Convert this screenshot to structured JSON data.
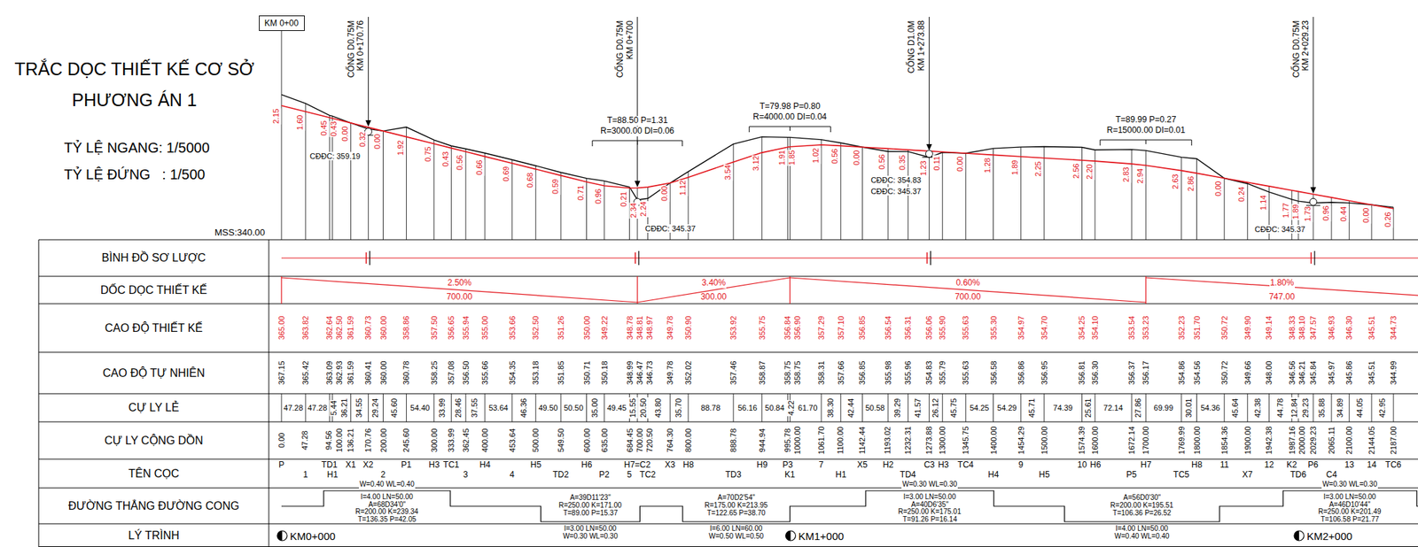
{
  "diagram": {
    "title": "TRẮC DỌC THIẾT KẾ CƠ SỞ PHƯƠNG ÁN 1",
    "nodes": [
      {
        "text": [
          "KM 0+00"
        ]
      },
      {
        "text": [
          "BÌNH ĐỒ SƠ LƯỢC"
        ]
      },
      {
        "text": [
          "DỐC DỌC THIẾT KẾ"
        ]
      },
      {
        "text": [
          "CAO ĐỘ THIẾT KẾ"
        ]
      },
      {
        "text": [
          "CAO ĐỘ TỰ NHIÊN"
        ]
      },
      {
        "text": [
          "CỰ LY LẺ"
        ]
      },
      {
        "text": [
          "CỰ LY CỘNG DỒN"
        ]
      },
      {
        "text": [
          "TÊN CỌC"
        ]
      },
      {
        "text": [
          "ĐƯỜNG THẲNG ĐƯỜNG CONG"
        ]
      },
      {
        "text": [
          "LÝ TRÌNH"
        ]
      }
    ],
    "labels": [
      "TỶ LỆ NGANG: 1/5000",
      "TỶ LỆ ĐỨNG   : 1/500",
      "MSS:340.00",
      "CỐNG D0.75M",
      "KM 0+170.76",
      "CỐNG D0.75M",
      "KM 0+700",
      "CỐNG D1.0M",
      "KM 1+273.88",
      "CỐNG D0.75M",
      "KM 2+029.23",
      "CĐĐC: 359.19",
      "CĐĐC: 345.37",
      "CĐĐC: 354.83",
      "CĐĐC: 345.37",
      "CĐĐC: 345.37",
      "T=88.50 P=1.31",
      "R=3000.00 DI=0.06",
      "T=79.98 P=0.80",
      "R=4000.00 DI=0.04",
      "T=89.99 P=0.27",
      "R=15000.00 DI=0.01",
      "2.15",
      "1.60",
      "0.45",
      "0.43",
      "0.00",
      "0.32",
      "0.00",
      "1.92",
      "0.75",
      "0.43",
      "0.56",
      "0.66",
      "0.69",
      "0.68",
      "0.59",
      "0.71",
      "0.96",
      "0.21",
      "2.34",
      "2.24",
      "0.00",
      "1.12",
      "3.54",
      "3.12",
      "1.91",
      "1.85",
      "1.02",
      "0.56",
      "0.00",
      "0.56",
      "0.35",
      "1.23",
      "0.11",
      "0.00",
      "1.28",
      "1.89",
      "2.25",
      "2.56",
      "2.20",
      "2.83",
      "2.94",
      "2.63",
      "2.86",
      "0.00",
      "0.24",
      "1.14",
      "1.77",
      "1.89",
      "1.73",
      "0.96",
      "0.44",
      "0.00",
      "0.26",
      "2.50%",
      "700.00",
      "3.40%",
      "300.00",
      "0.60%",
      "700.00",
      "1.80%",
      "747.00",
      "365.00",
      "363.82",
      "362.64",
      "362.50",
      "361.59",
      "360.73",
      "360.00",
      "358.86",
      "357.50",
      "356.65",
      "355.94",
      "355.00",
      "353.66",
      "352.50",
      "351.26",
      "350.00",
      "349.22",
      "348.78",
      "348.81",
      "348.97",
      "349.78",
      "350.90",
      "353.92",
      "355.75",
      "356.84",
      "356.90",
      "357.29",
      "357.10",
      "356.85",
      "356.54",
      "356.31",
      "356.06",
      "355.90",
      "355.63",
      "355.30",
      "354.97",
      "354.70",
      "354.25",
      "354.10",
      "353.54",
      "353.23",
      "352.23",
      "351.70",
      "350.72",
      "349.90",
      "349.14",
      "348.33",
      "348.10",
      "347.57",
      "346.93",
      "346.30",
      "345.51",
      "344.73",
      "367.15",
      "365.42",
      "363.09",
      "362.93",
      "361.59",
      "360.41",
      "360.00",
      "360.78",
      "358.25",
      "357.08",
      "356.50",
      "355.66",
      "354.35",
      "353.18",
      "351.85",
      "350.71",
      "350.18",
      "348.99",
      "346.47",
      "346.73",
      "349.78",
      "352.02",
      "357.46",
      "358.87",
      "358.75",
      "358.75",
      "358.31",
      "357.66",
      "356.85",
      "355.98",
      "355.96",
      "354.83",
      "355.79",
      "355.63",
      "356.58",
      "356.86",
      "356.95",
      "356.81",
      "356.30",
      "356.37",
      "356.17",
      "354.86",
      "354.56",
      "350.72",
      "349.66",
      "348.00",
      "346.56",
      "346.21",
      "345.84",
      "345.97",
      "345.86",
      "345.51",
      "344.99",
      "47.28",
      "47.28",
      "5.44",
      "36.21",
      "34.55",
      "29.24",
      "45.60",
      "54.40",
      "33.99",
      "28.46",
      "37.55",
      "53.64",
      "46.36",
      "49.50",
      "50.50",
      "35.00",
      "49.45",
      "15.55",
      "20.50",
      "43.80",
      "35.70",
      "88.78",
      "56.16",
      "50.84",
      "4.22",
      "61.70",
      "38.30",
      "42.44",
      "50.58",
      "39.29",
      "41.57",
      "26.12",
      "45.75",
      "54.25",
      "54.29",
      "45.71",
      "74.39",
      "25.61",
      "72.14",
      "27.86",
      "69.99",
      "30.01",
      "54.36",
      "45.64",
      "42.38",
      "44.78",
      "12.84",
      "29.23",
      "35.88",
      "34.89",
      "44.05",
      "42.95",
      "0.00",
      "47.28",
      "94.56",
      "100.00",
      "136.21",
      "170.76",
      "200.00",
      "245.60",
      "300.00",
      "333.99",
      "362.45",
      "400.00",
      "453.64",
      "500.00",
      "549.50",
      "600.00",
      "635.00",
      "684.45",
      "700.00",
      "720.50",
      "764.30",
      "800.00",
      "888.78",
      "944.94",
      "995.78",
      "1000.00",
      "1061.70",
      "1100.00",
      "1142.44",
      "1193.02",
      "1232.31",
      "1273.88",
      "1300.00",
      "1345.75",
      "1400.00",
      "1454.29",
      "1500.00",
      "1574.39",
      "1600.00",
      "1672.14",
      "1700.00",
      "1769.99",
      "1800.00",
      "1854.36",
      "1900.00",
      "1942.38",
      "1987.16",
      "2000.00",
      "2029.23",
      "2065.11",
      "2100.00",
      "2144.05",
      "2187.00",
      "P",
      "1",
      "TD1",
      "H1",
      "X1",
      "X2",
      "2",
      "P1",
      "H3",
      "TC1",
      "3",
      "H4",
      "4",
      "H5",
      "TD2",
      "H6",
      "P2",
      "5",
      "H7=C2",
      "TC2",
      "X3",
      "H8",
      "TD3",
      "H9",
      "P3",
      "K1",
      "7",
      "H1",
      "X5",
      "H2",
      "TD4",
      "C3",
      "H3",
      "TC4",
      "H4",
      "9",
      "H5",
      "10",
      "H6",
      "P5",
      "H7",
      "TC5",
      "H8",
      "11",
      "X7",
      "12",
      "K2",
      "TD6",
      "P6",
      "C4",
      "13",
      "14",
      "TC6",
      "I=4.00 LN=50.00",
      "A=68D34'0\"",
      "R=200.00 K=239.34",
      "T=136.35 P=42.05",
      "W=0.40 WL=0.40",
      "A=39D11'23\"",
      "R=250.00 K=171.00",
      "T=89.00 P=15.37",
      "I=3.00 LN=50.00",
      "W=0.30 WL=0.30",
      "A=70D2'54\"",
      "R=175.00 K=213.95",
      "T=122.65 P=38.70",
      "I=6.00 LN=60.00",
      "W=0.50 WL=0.50",
      "I=3.00 LN=50.00",
      "A=40D6'35\"",
      "R=250.00 K=175.01",
      "T=91.26 P=16.14",
      "W=0.30 WL=0.30",
      "A=56D0'30\"",
      "R=200.00 K=195.51",
      "T=106.36 P=26.52",
      "I=4.00 LN=50.00",
      "W=0.40 WL=0.40",
      "I=3.00 LN=50.00",
      "A=46D10'44\"",
      "R=250.00 K=201.49",
      "T=106.58 P=21.77",
      "W=0.30 WL=0.30",
      "KM0+000",
      "KM1+000",
      "KM2+000"
    ]
  }
}
